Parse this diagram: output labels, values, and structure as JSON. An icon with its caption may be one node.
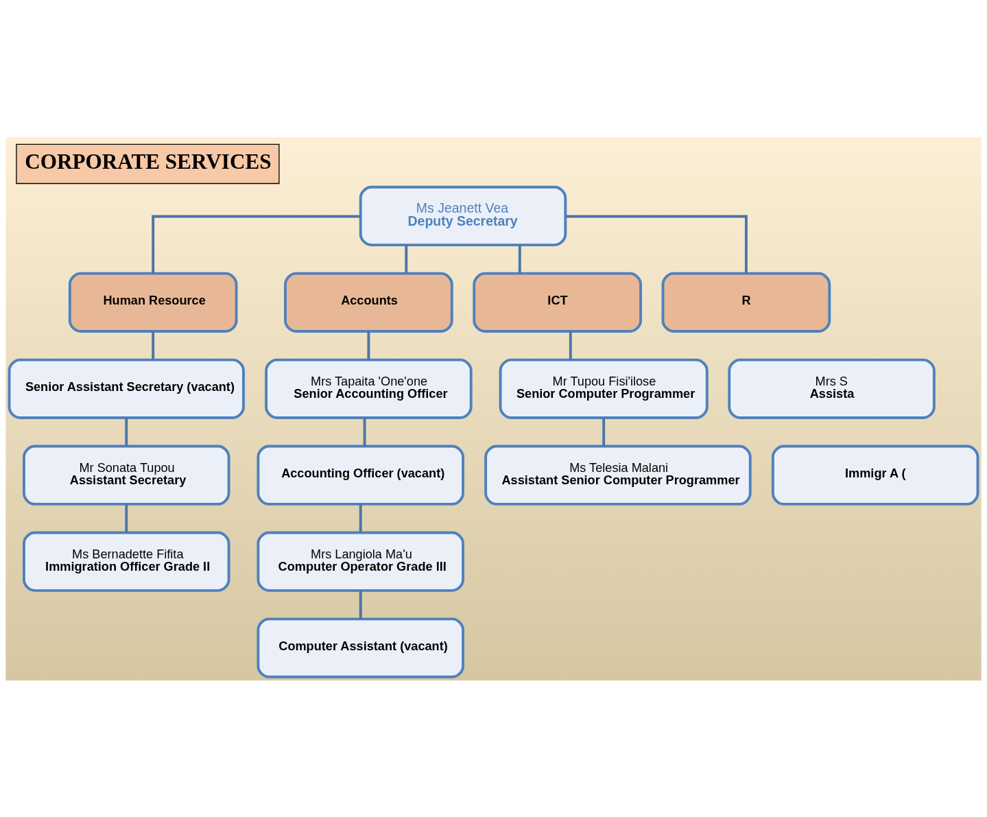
{
  "diagram": {
    "title": "CORPORATE SERVICES",
    "nodes": [
      {
        "text": [
          "Ms Jeanett Vea",
          "Deputy Secretary"
        ]
      },
      {
        "text": [
          "Human Resource"
        ]
      },
      {
        "text": [
          "Accounts"
        ]
      },
      {
        "text": [
          "ICT"
        ]
      },
      {
        "text": [
          "R"
        ]
      },
      {
        "text": [
          "Senior Assistant Secretary (vacant)"
        ]
      },
      {
        "text": [
          "Mr Sonata Tupou",
          "Assistant Secretary"
        ]
      },
      {
        "text": [
          "Ms Bernadette Fifita",
          "Immigration Officer Grade II"
        ]
      },
      {
        "text": [
          "Mrs Tapaita 'One'one",
          "Senior Accounting Officer"
        ]
      },
      {
        "text": [
          "Accounting Officer (vacant)"
        ]
      },
      {
        "text": [
          "Mrs Langiola Ma'u",
          "Computer Operator Grade III"
        ]
      },
      {
        "text": [
          "Computer Assistant (vacant)"
        ]
      },
      {
        "text": [
          "Mr Tupou Fisi'ilose",
          "Senior Computer Programmer"
        ]
      },
      {
        "text": [
          "Ms Telesia Malani",
          "Assistant Senior Computer Programmer"
        ]
      },
      {
        "text": [
          "Mrs S",
          "Assista"
        ]
      },
      {
        "text": [
          "Immigr A ("
        ]
      }
    ],
    "edges": [
      {
        "from": 0,
        "to": 1,
        "arrow": "none"
      },
      {
        "from": 0,
        "to": 2,
        "arrow": "none"
      },
      {
        "from": 0,
        "to": 3,
        "arrow": "none"
      },
      {
        "from": 0,
        "to": 4,
        "arrow": "none"
      },
      {
        "from": 1,
        "to": 5,
        "arrow": "none"
      },
      {
        "from": 5,
        "to": 6,
        "arrow": "none"
      },
      {
        "from": 6,
        "to": 7,
        "arrow": "none"
      },
      {
        "from": 2,
        "to": 8,
        "arrow": "none"
      },
      {
        "from": 8,
        "to": 9,
        "arrow": "none"
      },
      {
        "from": 9,
        "to": 10,
        "arrow": "none"
      },
      {
        "from": 10,
        "to": 11,
        "arrow": "none"
      },
      {
        "from": 3,
        "to": 12,
        "arrow": "none"
      },
      {
        "from": 12,
        "to": 13,
        "arrow": "none"
      }
    ]
  }
}
